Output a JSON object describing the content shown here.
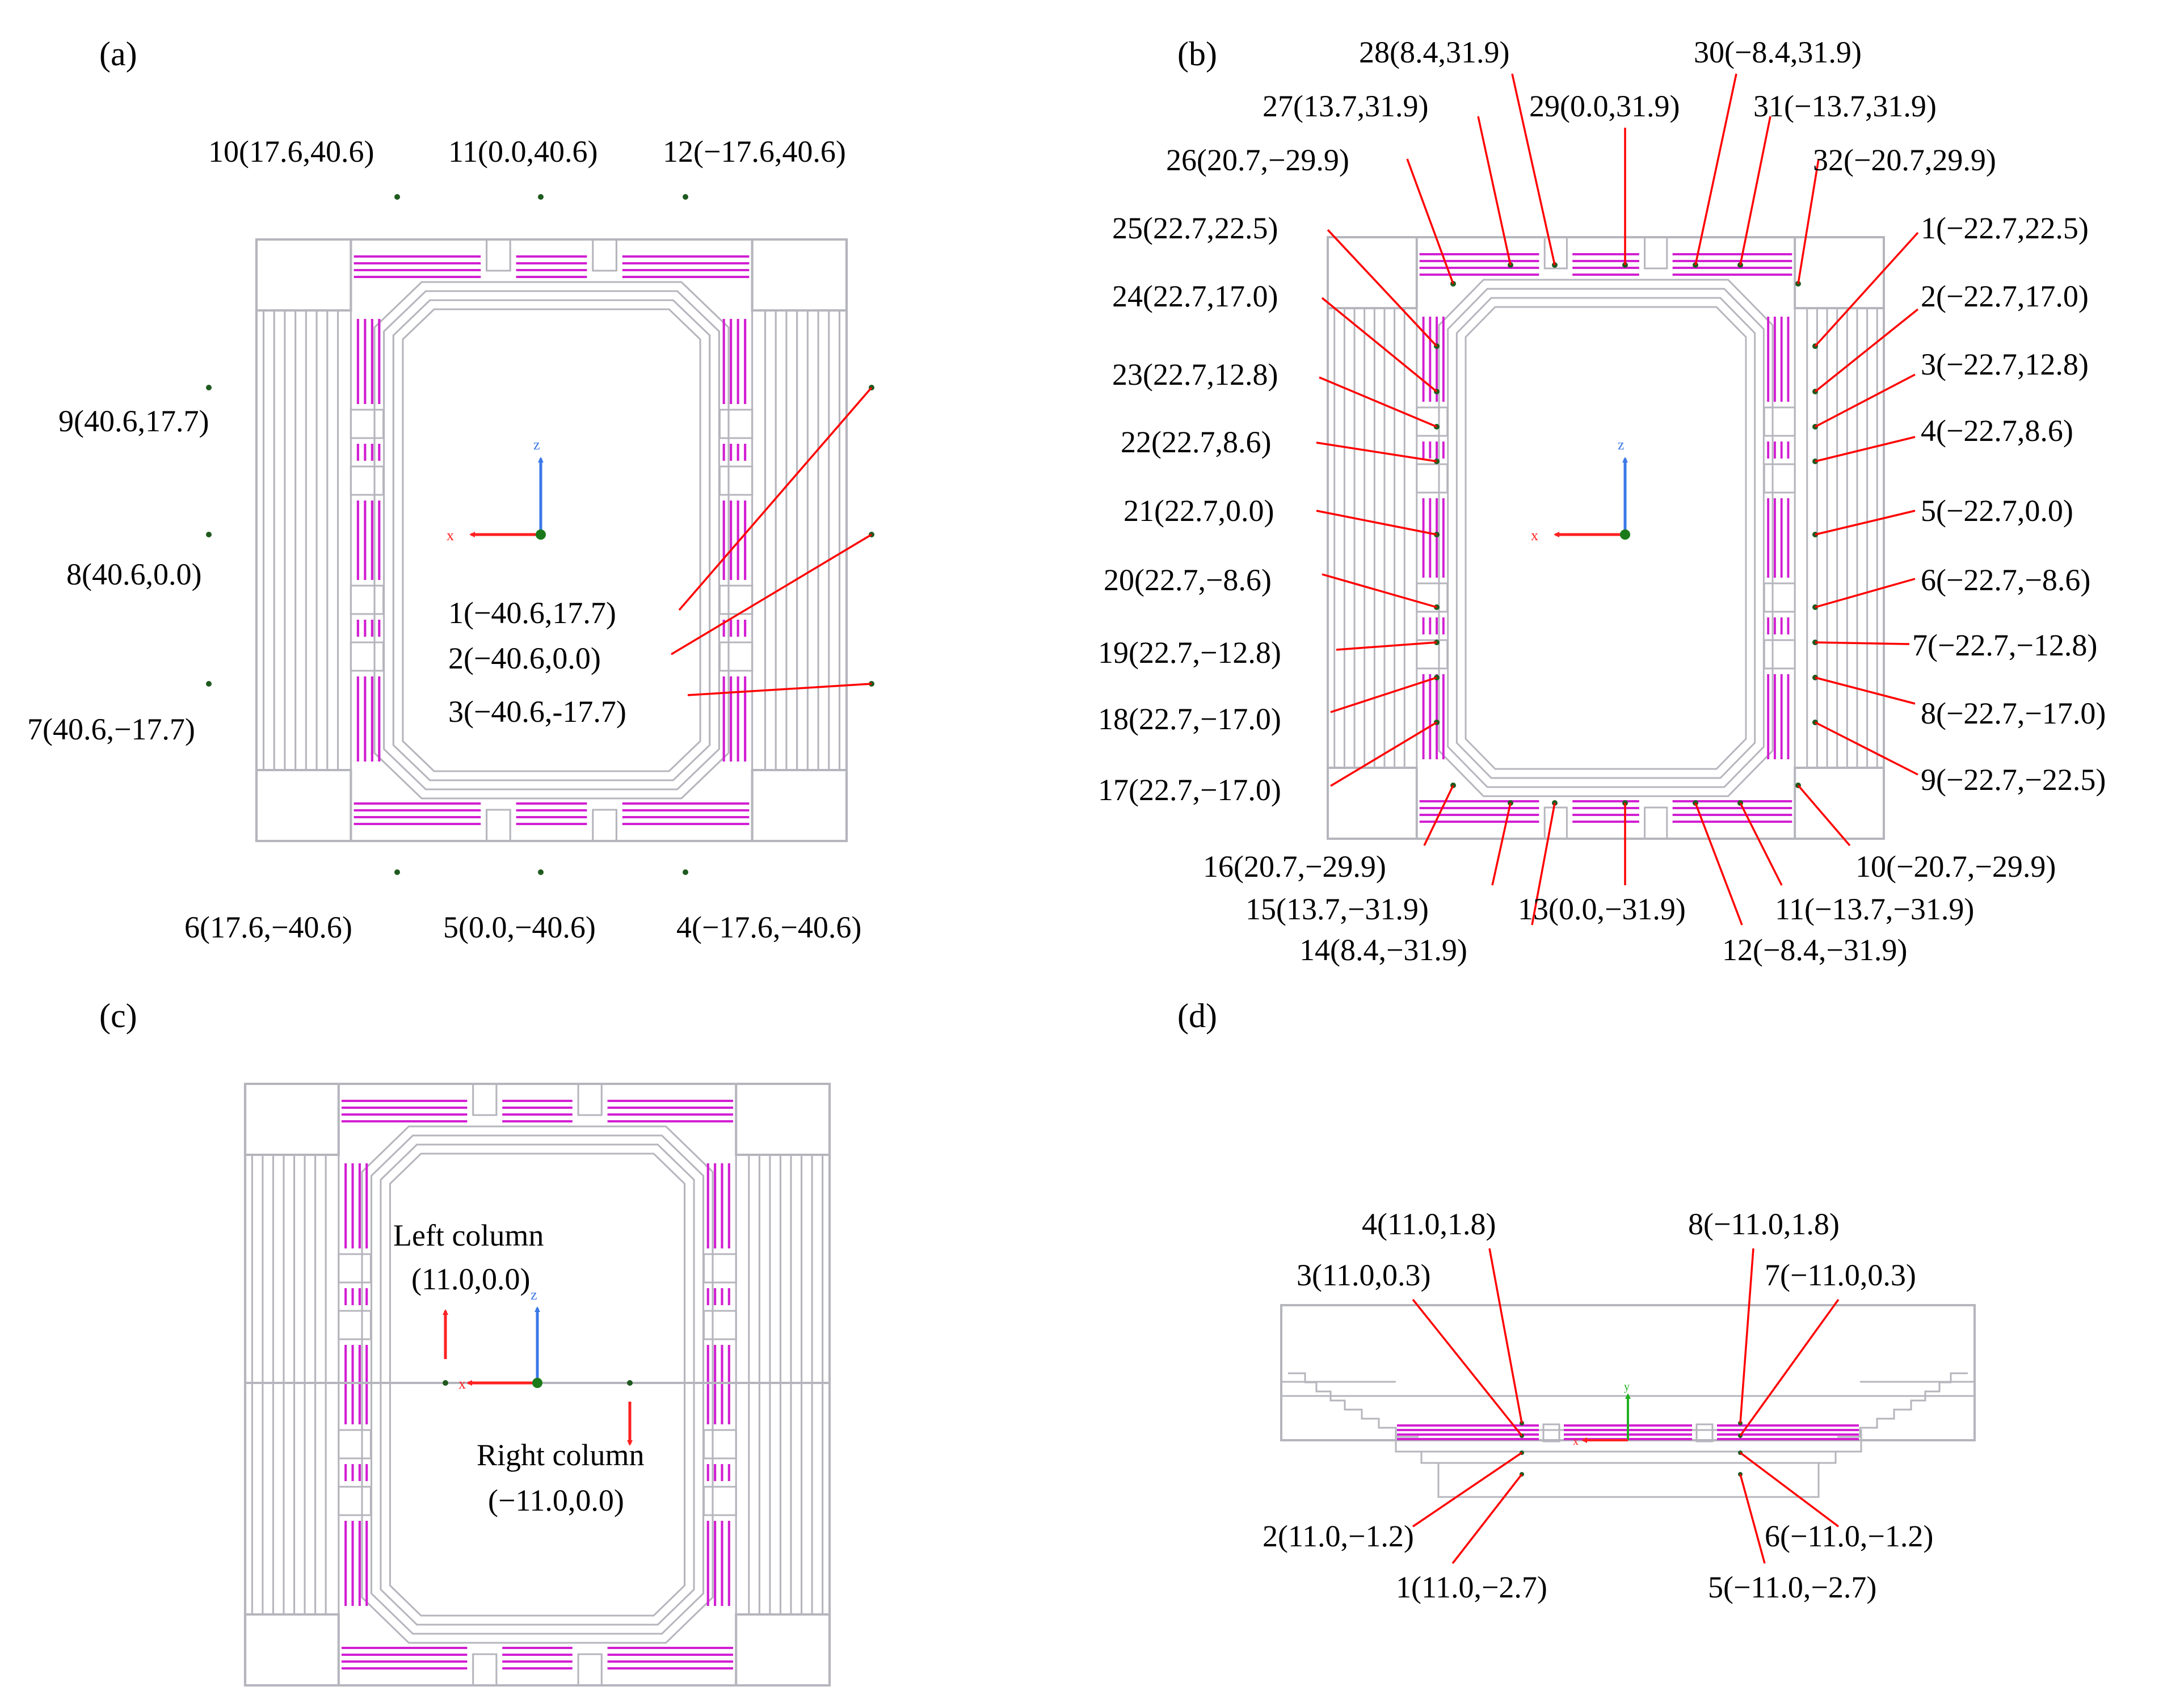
{
  "panels": [
    {
      "id": "a",
      "label": "(a)",
      "points": [
        "1(−40.6,17.7)",
        "2(−40.6,0.0)",
        "3(−40.6,-17.7)",
        "4(−17.6,−40.6)",
        "5(0.0,−40.6)",
        "6(17.6,−40.6)",
        "7(40.6,−17.7)",
        "8(40.6,0.0)",
        "9(40.6,17.7)",
        "10(17.6,40.6)",
        "11(0.0,40.6)",
        "12(−17.6,40.6)"
      ],
      "axes": {
        "z": "z",
        "x": "x"
      }
    },
    {
      "id": "b",
      "label": "(b)",
      "points": [
        "1(−22.7,22.5)",
        "2(−22.7,17.0)",
        "3(−22.7,12.8)",
        "4(−22.7,8.6)",
        "5(−22.7,0.0)",
        "6(−22.7,−8.6)",
        "7(−22.7,−12.8)",
        "8(−22.7,−17.0)",
        "9(−22.7,−22.5)",
        "10(−20.7,−29.9)",
        "11(−13.7,−31.9)",
        "12(−8.4,−31.9)",
        "13(0.0,−31.9)",
        "14(8.4,−31.9)",
        "15(13.7,−31.9)",
        "16(20.7,−29.9)",
        "17(22.7,−17.0)",
        "18(22.7,−17.0)",
        "19(22.7,−12.8)",
        "20(22.7,−8.6)",
        "21(22.7,0.0)",
        "22(22.7,8.6)",
        "23(22.7,12.8)",
        "24(22.7,17.0)",
        "25(22.7,22.5)",
        "26(20.7,−29.9)",
        "27(13.7,31.9)",
        "28(8.4,31.9)",
        "29(0.0,31.9)",
        "30(−8.4,31.9)",
        "31(−13.7,31.9)",
        "32(−20.7,29.9)"
      ],
      "axes": {
        "z": "z",
        "x": "x"
      }
    },
    {
      "id": "c",
      "label": "(c)",
      "left_title": "Left column",
      "left_coord": "(11.0,0.0)",
      "right_title": "Right column",
      "right_coord": "(−11.0,0.0)",
      "axes": {
        "z": "z",
        "x": "x"
      }
    },
    {
      "id": "d",
      "label": "(d)",
      "points": [
        "1(11.0,−2.7)",
        "2(11.0,−1.2)",
        "3(11.0,0.3)",
        "4(11.0,1.8)",
        "5(−11.0,−2.7)",
        "6(−11.0,−1.2)",
        "7(−11.0,0.3)",
        "8(−11.0,1.8)"
      ],
      "axes": {
        "y": "y",
        "x": "x"
      }
    }
  ],
  "colors": {
    "reinforcement": "#d21fd2",
    "leader": "#ff0000",
    "outline": "#b5b5bd",
    "point": "#1f5a1f",
    "z_axis": "#3b78e7",
    "x_axis": "#ff2020",
    "y_axis": "#20b020"
  }
}
